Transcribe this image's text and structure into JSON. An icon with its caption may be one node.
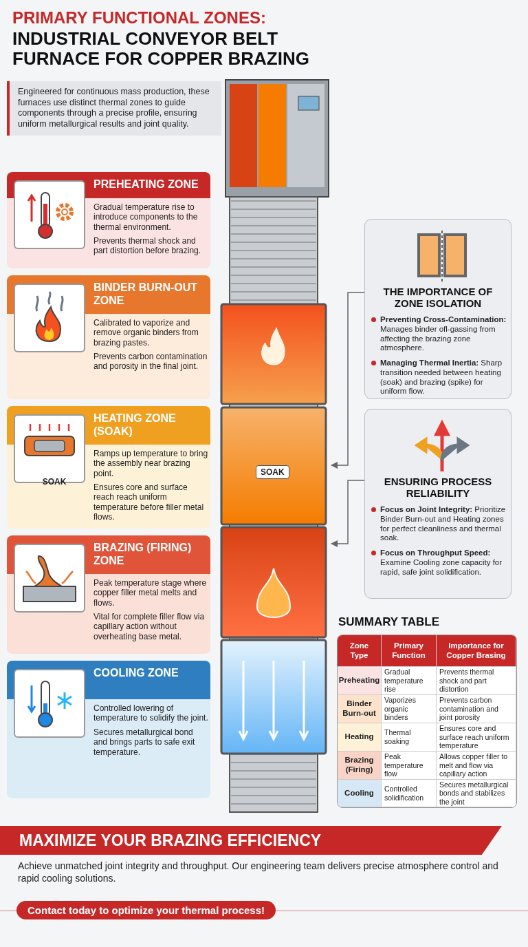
{
  "diagram": {
    "title": "INDUSTRIAL CONVEYOR BELT FURNACE FOR COPPER BRAZING",
    "nodes": [
      {
        "text": [
          "PREHEATING ZONE",
          "Gradual temperature rise to introduce components to the thermal environment.",
          "Prevents thermal shock and part distortion before brazing."
        ]
      },
      {
        "text": [
          "BINDER BURN-OUT ZONE",
          "Calibrated to vaporize and remove organic binders from brazing pastes.",
          "Prevents carbon contamination and porosity in the final joint."
        ]
      },
      {
        "text": [
          "HEATING ZONE (SOAK)",
          "Ramps up temperature to bring the assembly near brazing point.",
          "Ensures core and surface reach reach uniform temperature before filler metal flows."
        ]
      },
      {
        "text": [
          "BRAZING (FIRING) ZONE",
          "Peak temperature stage where copper filler metal melts and flows.",
          "Vital for complete filler flow via capillary action without overheating base metal."
        ]
      },
      {
        "text": [
          "COOLING ZONE",
          "Controlled lowering of temperature to solidify the joint.",
          "Secures metallurgical bond and brings parts to safe exit temperature."
        ]
      },
      {
        "text": [],
        "shape": "picture"
      },
      {
        "text": [
          "THE IMPORTANCE OF ZONE ISOLATION",
          "**Preventing Cross-Contamination:** Manages binder ofl-gassing from affecting the brazing zone atmosphere.",
          "**Managing Thermal Inertia:** Sharp transition needed between heating (soak) and brazing (spike) for uniform flow."
        ]
      },
      {
        "text": [
          "ENSURING PROCESS RELIABILITY",
          "**Focus on Joint Integrity:** Prioritize Binder Burn-out and Heating zones for perfect cleanliness and thermal soak.",
          "**Focus on Throughput Speed:** Examine Cooling zone capacity for rapid, safe joint solidification."
        ]
      }
    ],
    "edges": [
      {
        "from": 6,
        "to": 5,
        "arrow": "to"
      },
      {
        "from": 7,
        "to": 5,
        "arrow": "to"
      }
    ],
    "labels": [
      "PRIMARY FUNCTIONAL ZONES:",
      "Engineered for continuous mass production, these furnaces use distinct thermal zones to guide components through a precise profile, ensuring uniform metallurgical results and joint quality.",
      "SOAK",
      "SOAK",
      "SUMMARY TABLE",
      "Zone Type",
      "Primary Function",
      "Importance for Copper Brasing",
      "Preheating",
      "Gradual temperature rise",
      "Prevents thermal shock and part distortion",
      "Binder Burn-out",
      "Vaporizes organic binders",
      "Prevents carbon contamination and joint porosity",
      "Heating",
      "Thermal soaking",
      "Ensures core and surface reach uniform temperature",
      "Brazing (Firing)",
      "Peak temperature flow",
      "Allows copper filler to melt and flow via capillary action",
      "Cooling",
      "Controlled solidification",
      "Secures metallurgical bonds and stabilizes the joint",
      "MAXIMIZE YOUR BRAZING EFFICIENCY",
      "Achieve unmatched joint integrity and throughput. Our engineering team delivers precise atmosphere control and rapid cooling solutions.",
      "Contact today to optimize your thermal process!"
    ]
  }
}
